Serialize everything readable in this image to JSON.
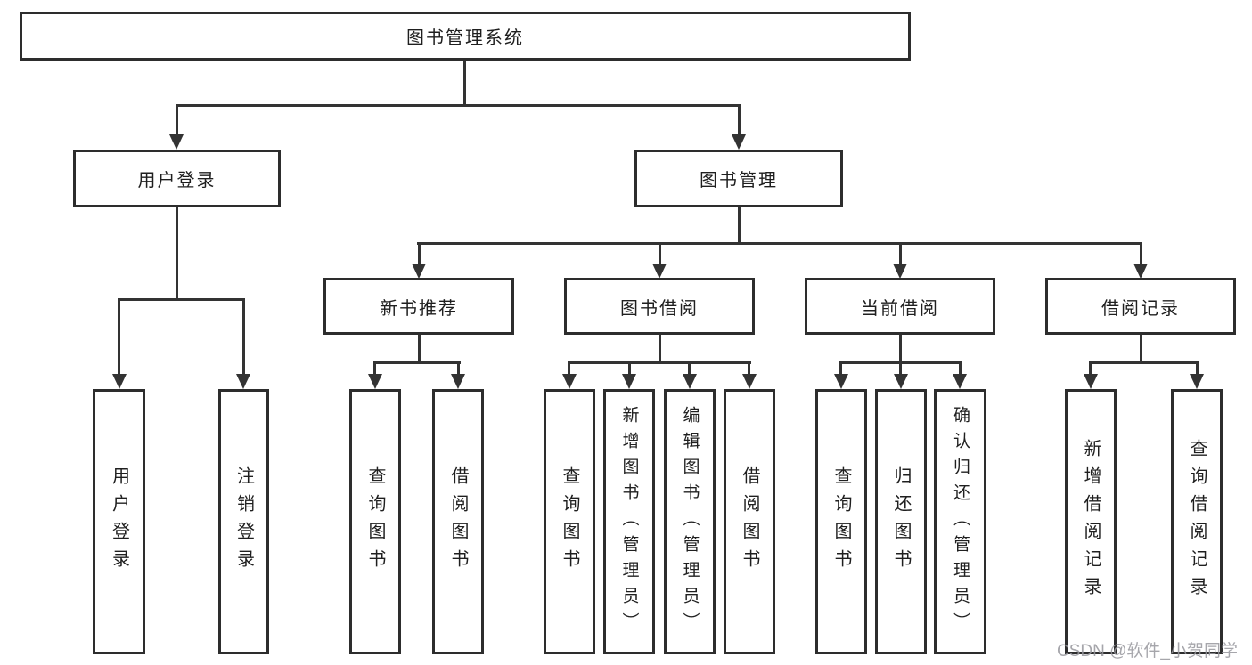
{
  "diagram": {
    "root_label": "图书管理系统",
    "level2": [
      {
        "label": "用户登录",
        "leaves": [
          {
            "label": "用户登录"
          },
          {
            "label": "注销登录"
          }
        ]
      },
      {
        "label": "图书管理",
        "groups": [
          {
            "label": "新书推荐",
            "leaves": [
              {
                "label": "查询图书"
              },
              {
                "label": "借阅图书"
              }
            ]
          },
          {
            "label": "图书借阅",
            "leaves": [
              {
                "label": "查询图书"
              },
              {
                "label": "新增图书（管理员）"
              },
              {
                "label": "编辑图书（管理员）"
              },
              {
                "label": "借阅图书"
              }
            ]
          },
          {
            "label": "当前借阅",
            "leaves": [
              {
                "label": "查询图书"
              },
              {
                "label": "归还图书"
              },
              {
                "label": "确认归还（管理员）"
              }
            ]
          },
          {
            "label": "借阅记录",
            "leaves": [
              {
                "label": "新增借阅记录"
              },
              {
                "label": "查询借阅记录"
              }
            ]
          }
        ]
      }
    ]
  },
  "watermark": {
    "text": "CSDN @软件_小贺同学"
  },
  "colors": {
    "background": "#ffffff",
    "box_border": "#2d2d2d",
    "box_fill": "#ffffff",
    "line": "#333333",
    "label_text": "#1f1f1f",
    "watermark_text": "#97979d"
  }
}
